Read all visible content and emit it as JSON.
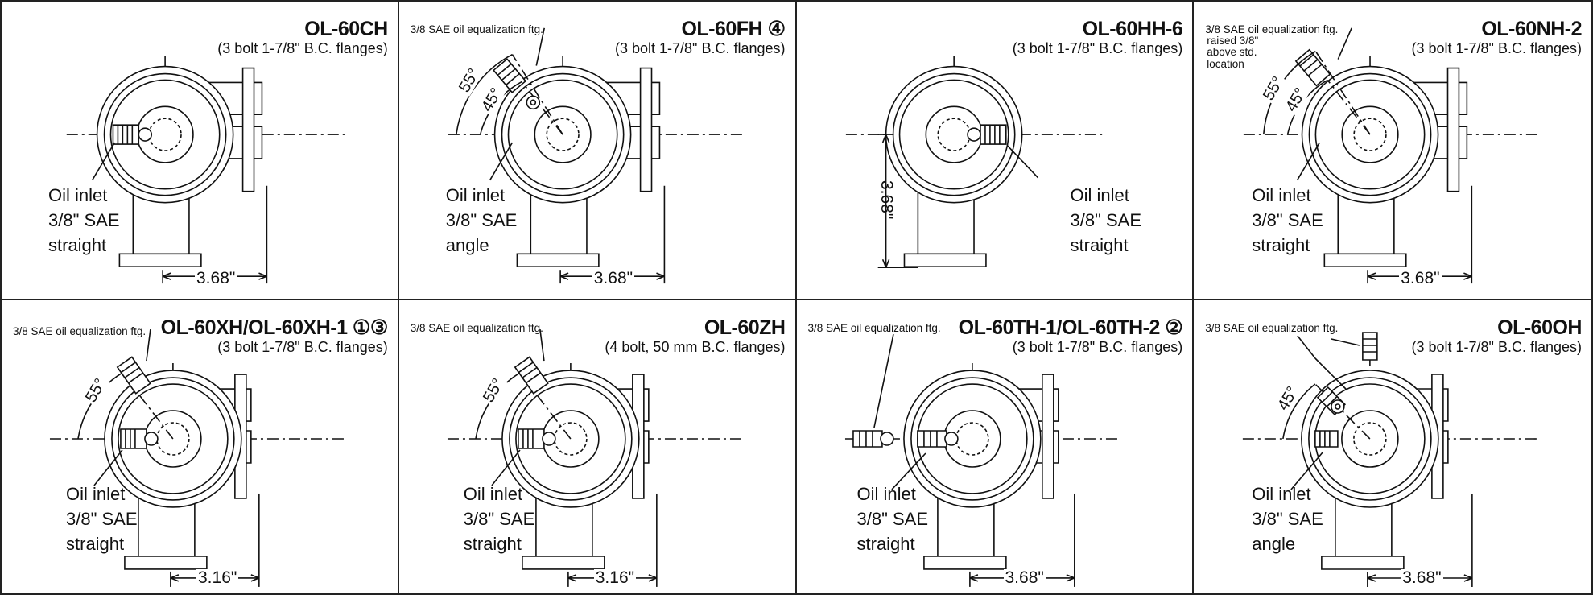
{
  "panels": [
    {
      "model": "OL-60CH",
      "flange": "(3 bolt 1-7/8\" B.C. flanges)",
      "equalization": "",
      "inlet": [
        "Oil inlet",
        "3/8\" SAE",
        "straight"
      ],
      "dimension": "3.68\""
    },
    {
      "model": "OL-60FH ④",
      "flange": "(3 bolt 1-7/8\" B.C. flanges)",
      "equalization": "3/8 SAE oil equalization ftg.",
      "angles": [
        "55°",
        "45°"
      ],
      "inlet": [
        "Oil inlet",
        "3/8\" SAE",
        "angle"
      ],
      "dimension": "3.68\""
    },
    {
      "model": "OL-60HH-6",
      "flange": "(3 bolt 1-7/8\" B.C. flanges)",
      "equalization": "",
      "inlet": [
        "Oil inlet",
        "3/8\" SAE",
        "straight"
      ],
      "dimension": "3.68\""
    },
    {
      "model": "OL-60NH-2",
      "flange": "(3 bolt 1-7/8\" B.C. flanges)",
      "equalization": "3/8 SAE oil equalization ftg.",
      "equalization_note": [
        "raised 3/8\"",
        "above std.",
        "location"
      ],
      "angles": [
        "55°",
        "45°"
      ],
      "inlet": [
        "Oil inlet",
        "3/8\" SAE",
        "straight"
      ],
      "dimension": "3.68\""
    },
    {
      "model": "OL-60XH/OL-60XH-1 ①③",
      "flange": "(3 bolt 1-7/8\" B.C. flanges)",
      "equalization": "3/8 SAE oil equalization ftg.",
      "angles": [
        "55°"
      ],
      "inlet": [
        "Oil inlet",
        "3/8\" SAE",
        "straight"
      ],
      "dimension": "3.16\""
    },
    {
      "model": "OL-60ZH",
      "flange": "(4 bolt, 50 mm B.C. flanges)",
      "equalization": "3/8 SAE oil equalization ftg.",
      "angles": [
        "55°"
      ],
      "inlet": [
        "Oil inlet",
        "3/8\" SAE",
        "straight"
      ],
      "dimension": "3.16\""
    },
    {
      "model": "OL-60TH-1/OL-60TH-2 ②",
      "flange": "(3 bolt 1-7/8\" B.C. flanges)",
      "equalization": "3/8 SAE oil equalization ftg.",
      "inlet": [
        "Oil inlet",
        "3/8\" SAE",
        "straight"
      ],
      "dimension": "3.68\""
    },
    {
      "model": "OL-60OH",
      "flange": "(3 bolt 1-7/8\" B.C. flanges)",
      "equalization": "3/8 SAE oil equalization ftg.",
      "angles": [
        "45°"
      ],
      "inlet": [
        "Oil inlet",
        "3/8\" SAE",
        "angle"
      ],
      "dimension": "3.68\""
    }
  ]
}
